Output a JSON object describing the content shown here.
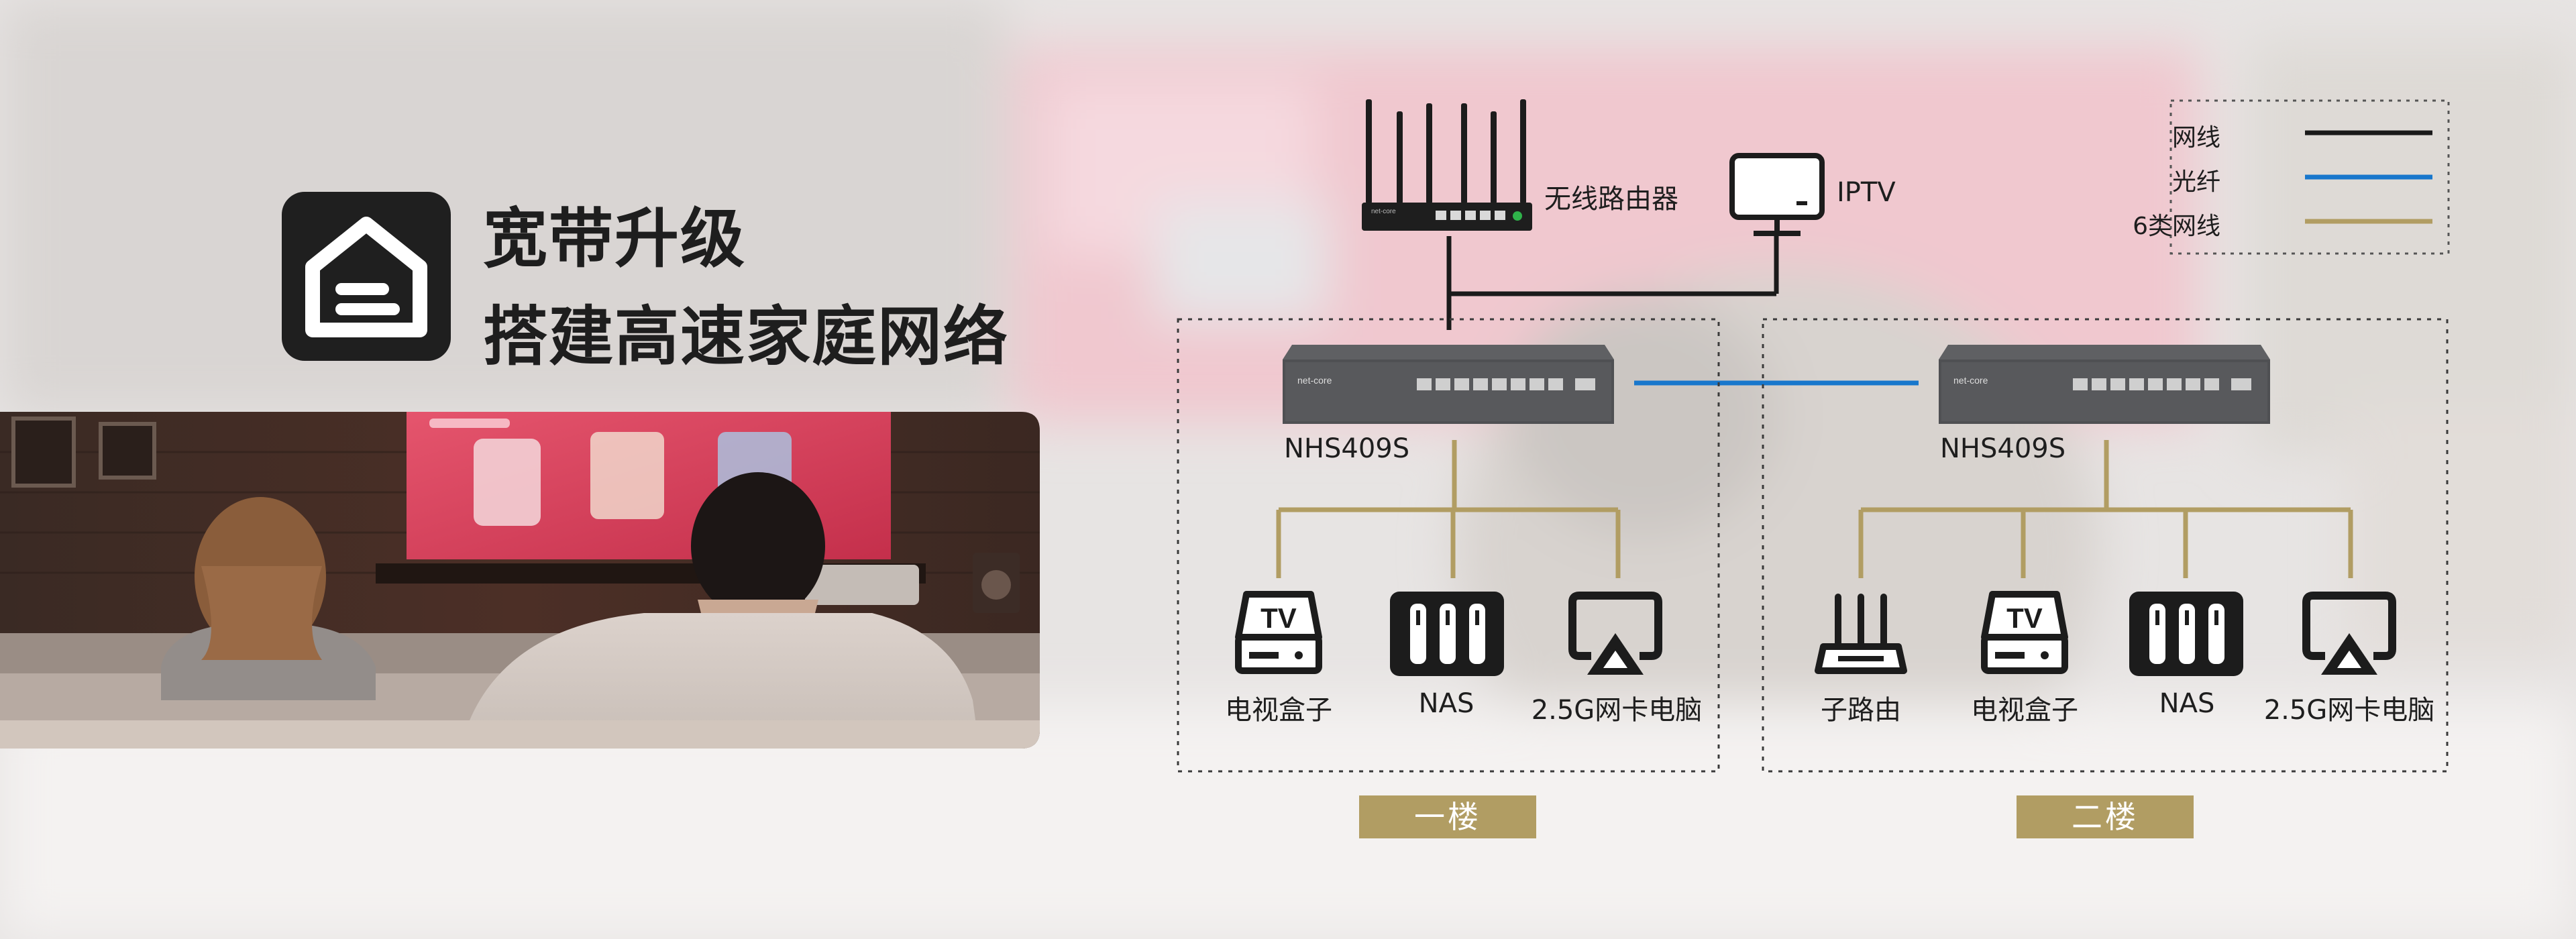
{
  "headline": {
    "line1": "宽带升级",
    "line2": "搭建高速家庭网络"
  },
  "router": {
    "label": "无线路由器"
  },
  "iptv": {
    "label": "IPTV"
  },
  "legend": {
    "items": [
      {
        "label": "网线",
        "color": "#1a1a1a"
      },
      {
        "label": "光纤",
        "color": "#1877cc"
      },
      {
        "label": "6类网线",
        "color": "#b19d63"
      }
    ]
  },
  "floors": [
    {
      "tag": "一楼",
      "switch": {
        "model": "NHS409S",
        "brand": "net-core"
      },
      "devices": [
        {
          "icon": "tv-box-icon",
          "label": "电视盒子",
          "icon_text": "TV"
        },
        {
          "icon": "nas-icon",
          "label": "NAS"
        },
        {
          "icon": "airplay-icon",
          "label": "2.5G网卡电脑"
        }
      ]
    },
    {
      "tag": "二楼",
      "switch": {
        "model": "NHS409S",
        "brand": "net-core"
      },
      "devices": [
        {
          "icon": "sub-router-icon",
          "label": "子路由"
        },
        {
          "icon": "tv-box-icon",
          "label": "电视盒子",
          "icon_text": "TV"
        },
        {
          "icon": "nas-icon",
          "label": "NAS"
        },
        {
          "icon": "airplay-icon",
          "label": "2.5G网卡电脑"
        }
      ]
    }
  ],
  "colors": {
    "ethernet": "#1a1a1a",
    "fiber": "#1877cc",
    "cat6": "#b19d63",
    "tag_bg": "#b19d63"
  }
}
